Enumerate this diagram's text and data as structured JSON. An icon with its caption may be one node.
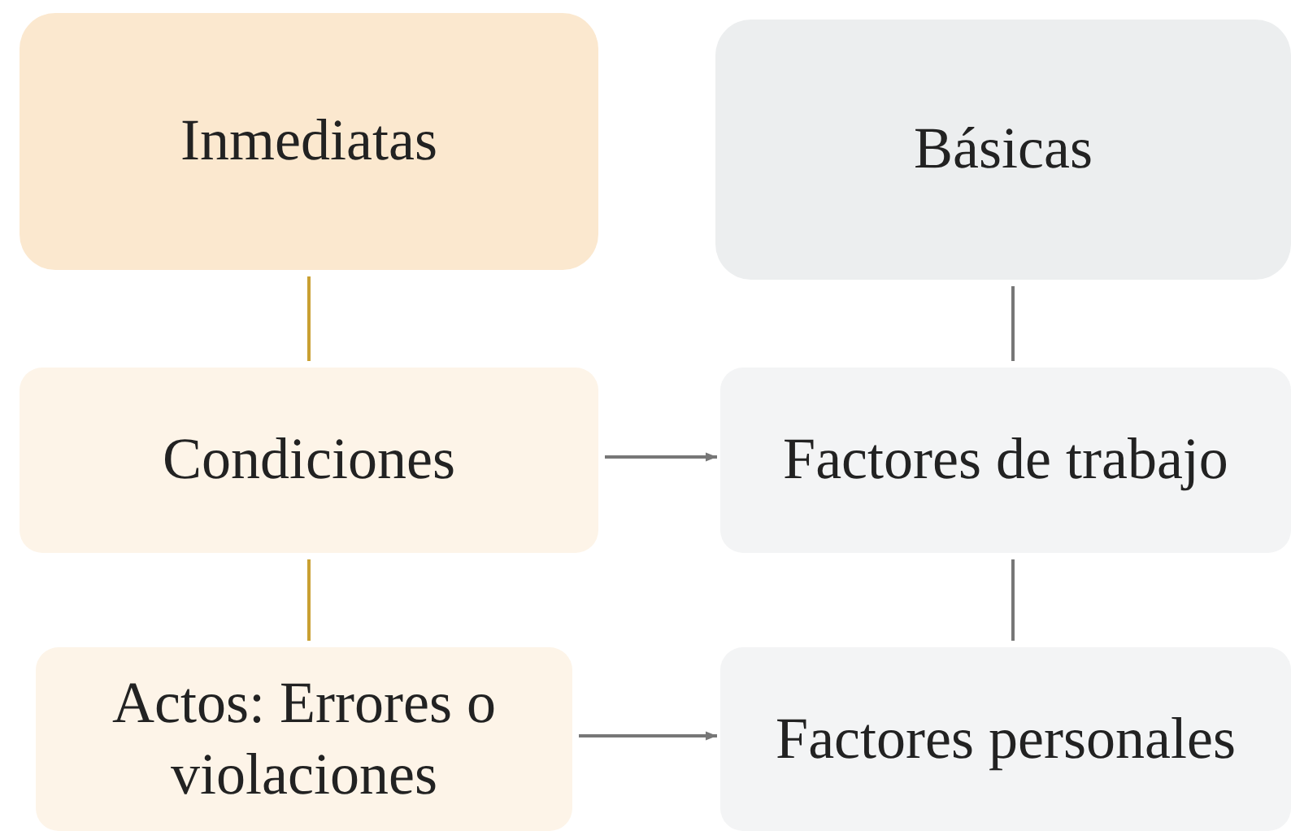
{
  "diagram": {
    "nodes": [
      {
        "text": [
          "Inmediatas"
        ]
      },
      {
        "text": [
          "Básicas"
        ]
      },
      {
        "text": [
          "Condiciones"
        ]
      },
      {
        "text": [
          "Factores de trabajo"
        ]
      },
      {
        "text": [
          "Actos: Errores o violaciones"
        ]
      },
      {
        "text": [
          "Factores personales"
        ]
      }
    ],
    "edges": [
      {
        "from": 0,
        "to": 2,
        "arrow": "none",
        "color": "#c9a032"
      },
      {
        "from": 2,
        "to": 4,
        "arrow": "none",
        "color": "#c9a032"
      },
      {
        "from": 1,
        "to": 3,
        "arrow": "none"
      },
      {
        "from": 3,
        "to": 5,
        "arrow": "none"
      },
      {
        "from": 2,
        "to": 3,
        "arrow": "to"
      },
      {
        "from": 4,
        "to": 5,
        "arrow": "to"
      }
    ]
  }
}
